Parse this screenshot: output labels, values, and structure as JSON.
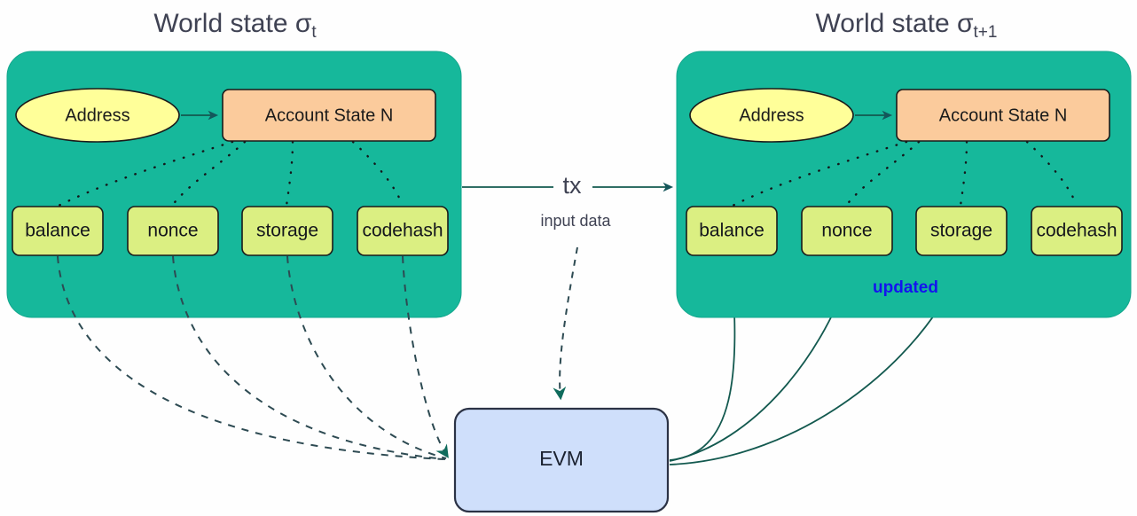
{
  "diagram": {
    "title_left": "World state σ",
    "title_left_sub": "t",
    "title_right": "World state σ",
    "title_right_sub": "t+1",
    "colors": {
      "state_panel": "#16b89b",
      "address_ellipse": "#ffff99",
      "account_box": "#fbcb9c",
      "attribute_box": "#dbef82",
      "evm_box": "#cfdffb",
      "updated_text": "#1414ee",
      "edge_dark": "#13594f",
      "title_text": "#3f4253"
    },
    "left_state": {
      "address_label": "Address",
      "account_label": "Account State N",
      "attributes": [
        {
          "label": "balance"
        },
        {
          "label": "nonce"
        },
        {
          "label": "storage"
        },
        {
          "label": "codehash"
        }
      ]
    },
    "right_state": {
      "address_label": "Address",
      "account_label": "Account State N",
      "attributes": [
        {
          "label": "balance"
        },
        {
          "label": "nonce"
        },
        {
          "label": "storage"
        },
        {
          "label": "codehash"
        }
      ],
      "updated_label": "updated"
    },
    "evm": {
      "label": "EVM"
    },
    "transaction": {
      "label": "tx",
      "sub_label": "input data"
    }
  }
}
